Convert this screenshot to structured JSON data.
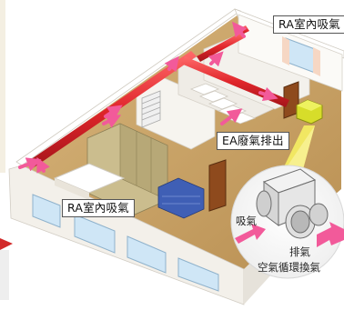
{
  "labels": {
    "ra_top": "RA室內吸氣",
    "ra_left": "RA室內吸氣",
    "ea": "EA廢氣排出",
    "intake": "吸氣",
    "exhaust": "排氣",
    "unit_name": "空氣循環換氣"
  },
  "colors": {
    "duct": "#e0262b",
    "arrow": "#f25a9a",
    "fan_box": "#d7dd2a",
    "zoom_cone": "#f6ef63",
    "floor": "#c9a56b",
    "wall": "#f7f4ee",
    "wall_shadow": "#dedad2"
  },
  "icons": {
    "unit": "ventilation-fan-icon",
    "flow": "airflow-arrow-icon"
  }
}
